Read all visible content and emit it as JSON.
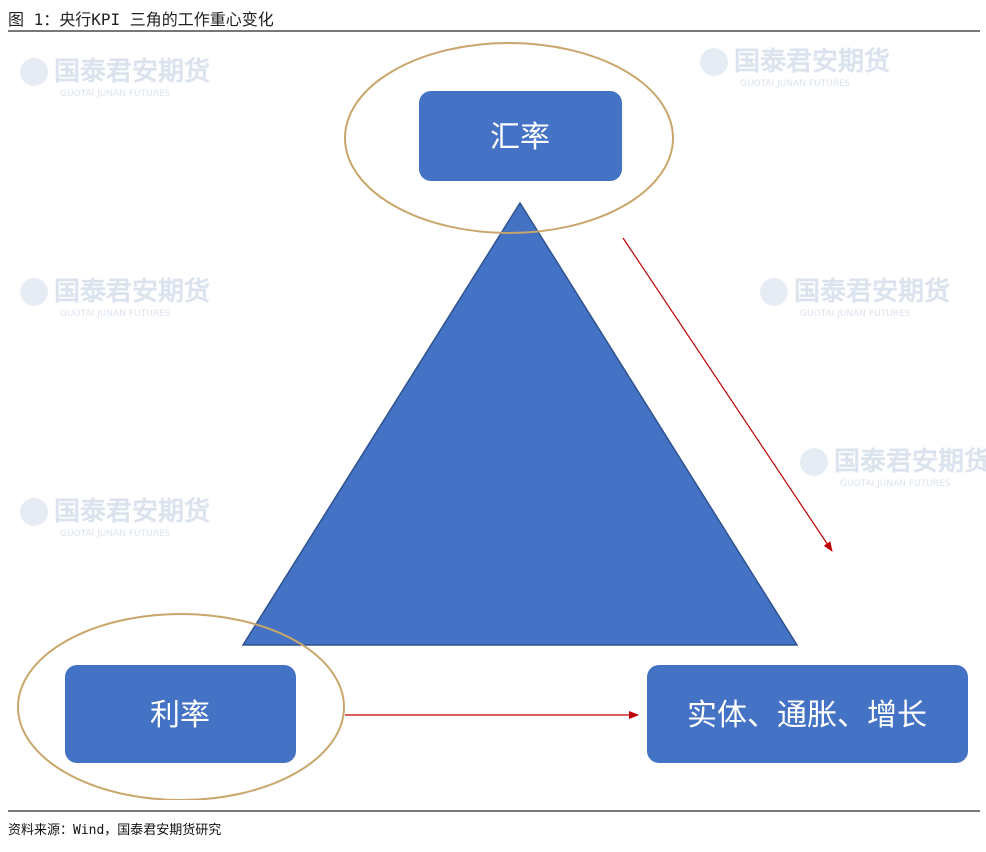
{
  "title": "图 1：央行KPI 三角的工作重心变化",
  "source": "资料来源：Wind，国泰君安期货研究",
  "watermark": {
    "cn": "国泰君安期货",
    "en": "GUOTAI JUNAN FUTURES"
  },
  "nodes": {
    "top": "汇率",
    "left": "利率",
    "right": "实体、通胀、增长"
  },
  "colors": {
    "box": "#4472c4",
    "ellipse": "#c9a66b",
    "arrow": "#c00000"
  }
}
